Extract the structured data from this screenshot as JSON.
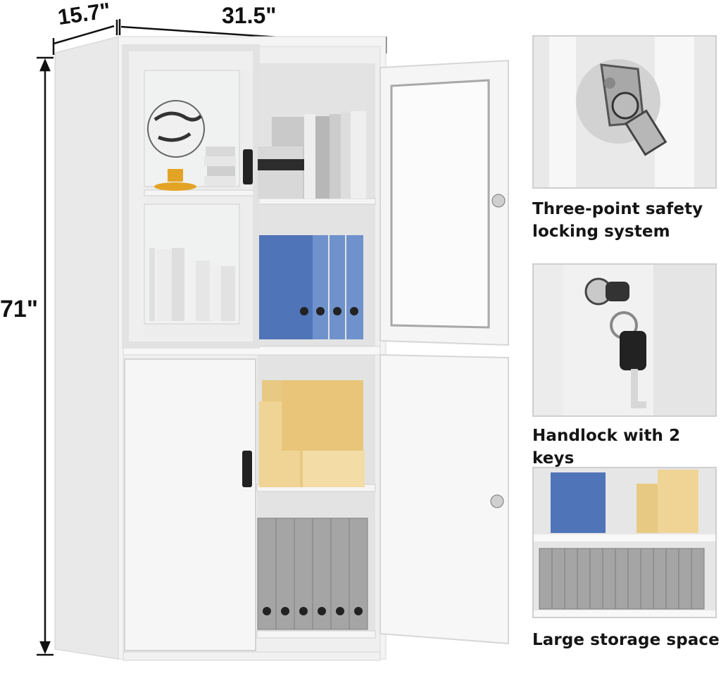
{
  "dimensions": {
    "depth": "15.7\"",
    "width": "31.5\"",
    "height": "71\""
  },
  "features": [
    {
      "caption_lines": [
        "Three-point safety",
        "locking system"
      ],
      "icon": "lock-mechanism"
    },
    {
      "caption_lines": [
        "Handlock with 2 keys"
      ],
      "icon": "key-lock"
    },
    {
      "caption_lines": [
        "Large storage space"
      ],
      "icon": "shelves-with-binders"
    }
  ],
  "colors": {
    "cabinet": "#f4f4f4",
    "cabinet_edge": "#d9d9d9",
    "binder_blue": "#4f74b8",
    "binder_gray": "#9a9a9a",
    "box_tan": "#e8c983",
    "caption": "#151515"
  }
}
